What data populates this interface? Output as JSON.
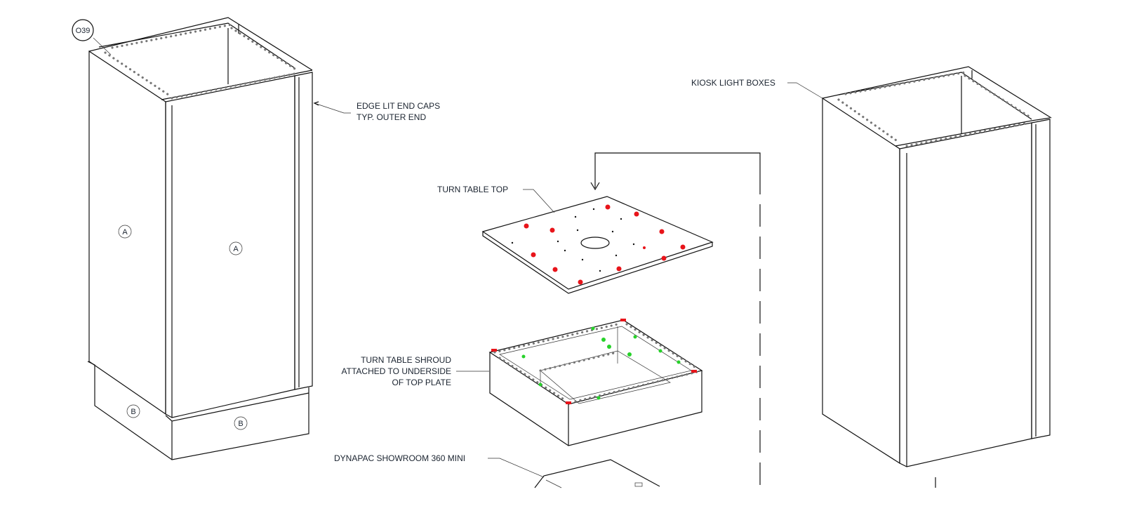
{
  "callouts": {
    "detail_tag": "O39",
    "edge_lit_line1": "EDGE LIT END CAPS",
    "edge_lit_line2": "TYP. OUTER END",
    "kiosk_light_boxes": "KIOSK LIGHT BOXES",
    "turn_table_top": "TURN TABLE TOP",
    "shroud_line1": "TURN TABLE SHROUD",
    "shroud_line2": "ATTACHED TO UNDERSIDE",
    "shroud_line3": "OF TOP PLATE",
    "dynapac": "DYNAPAC SHOWROOM 360 MINI"
  },
  "part_tags": {
    "a": "A",
    "b": "B"
  },
  "colors": {
    "line": "#111111",
    "fastener_red": "#e8141a",
    "fastener_green": "#27d22a"
  }
}
